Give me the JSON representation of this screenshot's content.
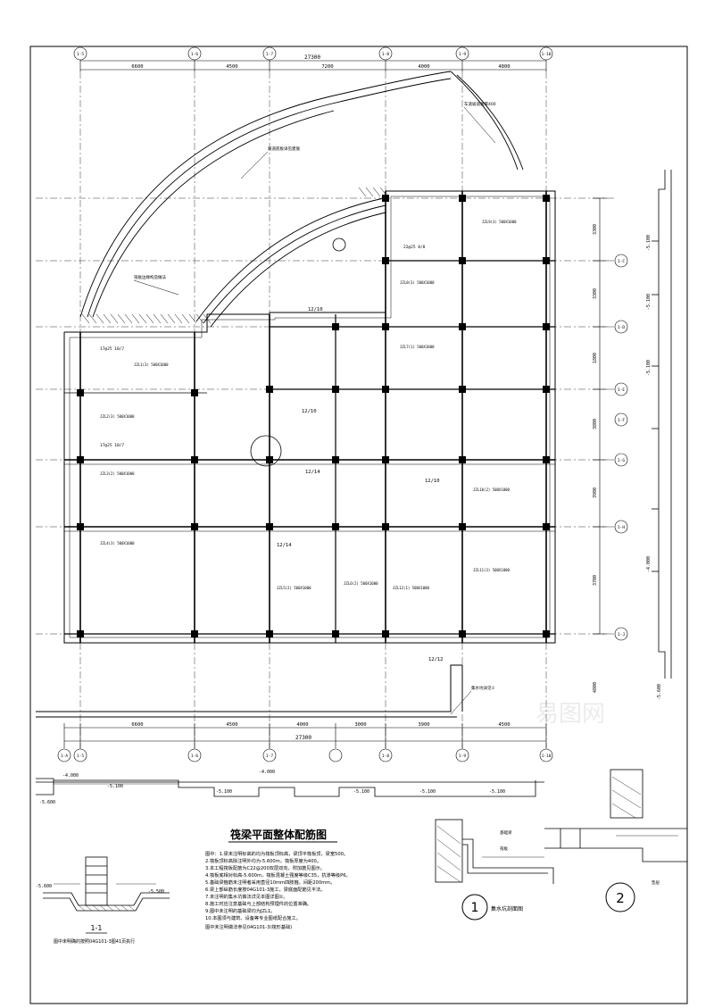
{
  "title": "筏梁平面整体配筋图",
  "axis_bubbles_top": [
    "1-5",
    "1-6",
    "1-7",
    "1-8",
    "1-9",
    "1-10"
  ],
  "axis_bubbles_bottom": [
    "1-A",
    "1-5",
    "1-6",
    "1-7",
    "1-8",
    "1-9",
    "1-10"
  ],
  "axis_bubbles_right": [
    "1-C",
    "1-D",
    "1-E",
    "1-F",
    "1-G",
    "1-H",
    "1-J"
  ],
  "top_dims": [
    "6600",
    "4500",
    "7200",
    "4000",
    "4800"
  ],
  "top_total": "27300",
  "bottom_dims": [
    "6600",
    "4500",
    "4000",
    "3000",
    "3900",
    "4500"
  ],
  "bottom_total": "27300",
  "right_dims": [
    "3300",
    "3300",
    "1800",
    "3800",
    "3900",
    "3700",
    "4800"
  ],
  "levels": {
    "lv1": "-4.000",
    "lv2": "-5.100",
    "lv3": "-5.100",
    "lv4": "-5.100",
    "lv5": "-5.600",
    "lv6": "-5.600",
    "lv7": "-5.500"
  },
  "section_label": "1-1",
  "section_note": "图中未明确的按照04G101-3图41页执行",
  "detail_circle_1": "1",
  "detail_circle_1_label": "集水坑剖面图",
  "detail_circle_2": "2",
  "notes_lines": [
    "图中：1.梁未注明标高的均为筏板顶标高，梁顶平筏板顶，梁宽500。",
    "2.筏板顶标高除注明外均为-5.600m，筏板厚度为400。",
    "3.本工程筏板配筋为C22@200双层双向，附加筋见图示。",
    "4.筏板底相对标高-5.600m，筏板混凝土强度等级C35，抗渗等级P6。",
    "5.基础梁箍筋未注明者采用直径10mm四肢箍，间距200mm。",
    "6.梁上部纵筋长度按04G101-3施工，梁底面配筋见平法。",
    "7.未注明的集水坑做法详见本图详图①。",
    "8.施工时应注意基础与上部结构预埋件的位置准确。",
    "9.图中未注明的基础梁均为JZL1。",
    "10.本图须与建筑、设备等专业图纸配合施工。",
    "图中未注明做法参见04G101-3(筏形基础)"
  ],
  "beam_labels": [
    "JZL1(3) 500X1000",
    "JZL2(3) 500X1000",
    "JZL3(2) 500X1000",
    "JZL4(3) 500X1000",
    "JZL5(2) 500X1000",
    "JZL6(2) 500X1000",
    "JZL7(1) 500X1000",
    "JZL8(3) 500X1000",
    "JZL9(3) 500X1000",
    "JZL10(2) 500X1000",
    "JZL11(3) 500X1000",
    "JZL12(1) 500X1000"
  ],
  "rebar_labels": [
    "12/10",
    "12/10",
    "12/14",
    "12/14",
    "12/12",
    "12/10",
    "17@25 10/7",
    "17@25 10/7",
    "22@25 8/8"
  ],
  "leader_notes": [
    "筏板边缘构造做法",
    "坡道底板详见建施",
    "车道坡道板厚400",
    "集水坑详见①"
  ],
  "bottom_strip_labels": [
    "-4.000",
    "-5.100",
    "-5.100",
    "-5.100",
    "-5.100",
    "-5.600",
    "-5.100"
  ],
  "legend_small": [
    "基础梁",
    "筏板",
    "垫层"
  ],
  "watermark": "易图网"
}
